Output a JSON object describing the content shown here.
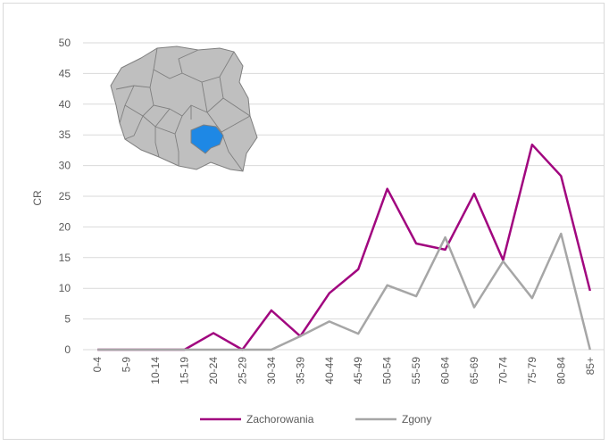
{
  "chart_data": {
    "type": "line",
    "ylabel": "CR",
    "ylim": [
      0,
      50
    ],
    "yticks": [
      "0",
      "5",
      "10",
      "15",
      "20",
      "25",
      "30",
      "35",
      "40",
      "45",
      "50"
    ],
    "categories": [
      "0-4",
      "5-9",
      "10-14",
      "15-19",
      "20-24",
      "25-29",
      "30-34",
      "35-39",
      "40-44",
      "45-49",
      "50-54",
      "55-59",
      "60-64",
      "65-69",
      "70-74",
      "75-79",
      "80-84",
      "85+"
    ],
    "series": [
      {
        "name": "Zachorowania",
        "color": "#a1067f",
        "values": [
          0,
          0,
          0,
          0,
          2.7,
          0,
          6.4,
          2.2,
          9.2,
          13.1,
          26.2,
          17.3,
          16.3,
          25.4,
          14.6,
          33.4,
          28.3,
          9.6
        ]
      },
      {
        "name": "Zgony",
        "color": "#a6a6a6",
        "values": [
          0,
          0,
          0,
          0,
          0,
          0,
          0,
          2.2,
          4.6,
          2.6,
          10.5,
          8.7,
          18.3,
          6.9,
          14.4,
          8.4,
          18.9,
          0
        ]
      }
    ],
    "grid": true,
    "legend": "bottom"
  },
  "map": {
    "country_fill": "#bfbfbf",
    "region_fill": "#1e88e5",
    "border_color": "#7f7f7f"
  }
}
